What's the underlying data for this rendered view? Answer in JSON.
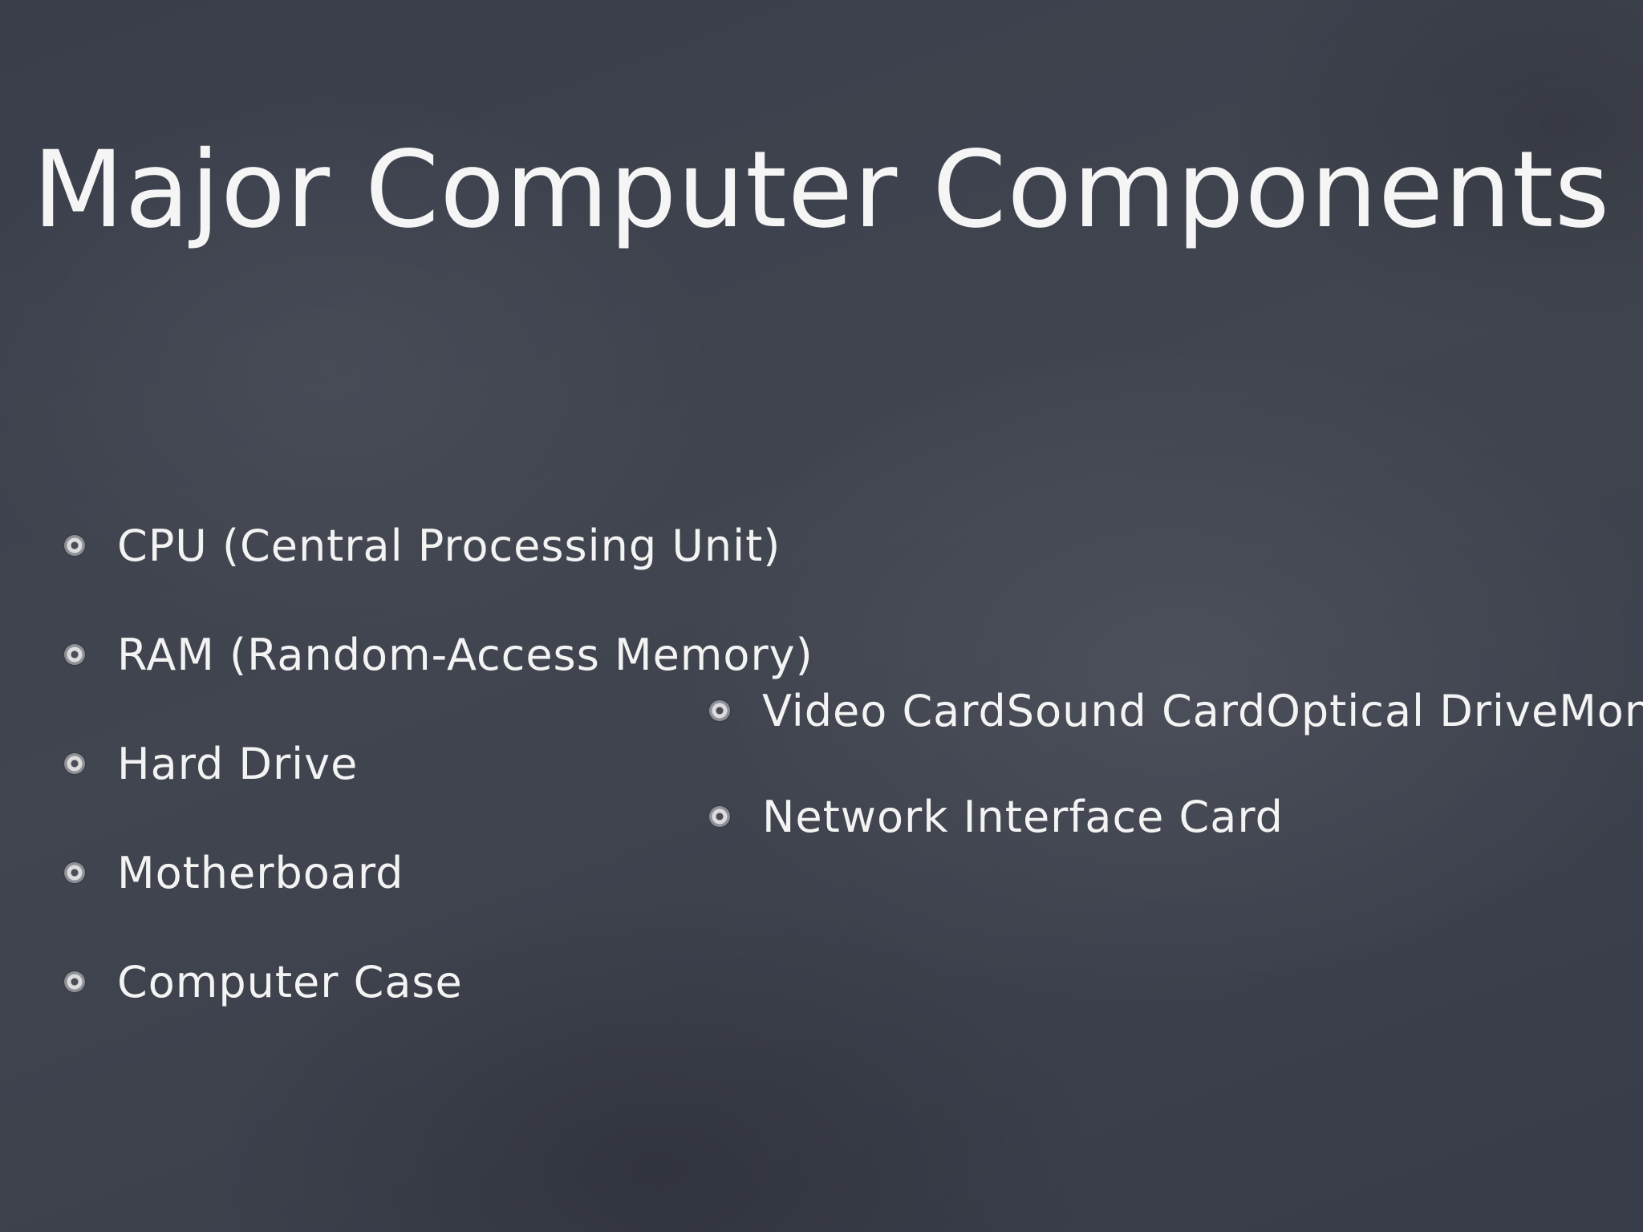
{
  "slide": {
    "title": "Major Computer Components",
    "left_items": [
      {
        "label": "CPU (Central Processing Unit)"
      },
      {
        "label": "RAM (Random-Access Memory)"
      },
      {
        "label": "Hard Drive"
      },
      {
        "label": "Motherboard"
      },
      {
        "label": "Computer Case"
      }
    ],
    "right_items": [
      {
        "label": "Video CardSound CardOptical DriveMonitor"
      },
      {
        "label": "Network Interface Card"
      }
    ],
    "bullet_icon": "swirl-bullet-icon",
    "colors": {
      "background": "#3b3f4c",
      "text": "#f3f3f3"
    }
  }
}
